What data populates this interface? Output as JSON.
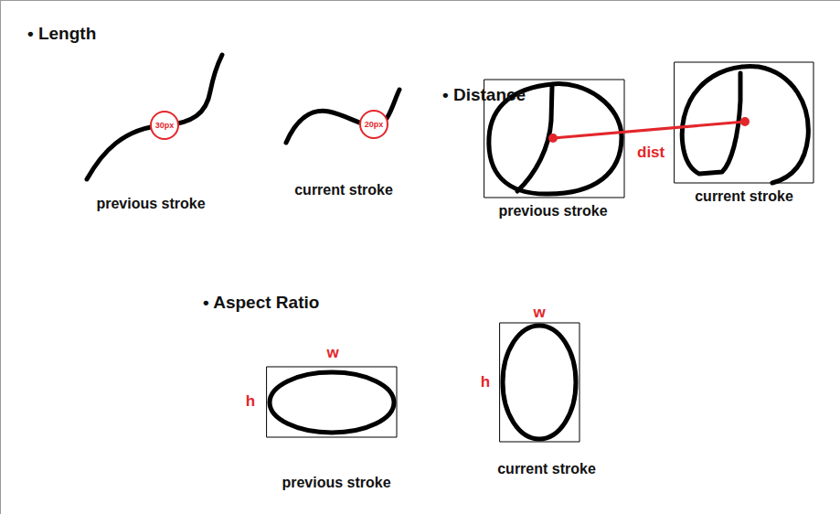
{
  "diagram": {
    "nodes": [
      {
        "text": [
          "30px"
        ]
      },
      {
        "text": [
          "20px"
        ]
      }
    ],
    "labels": [
      "• Length",
      "• Distance",
      "previous stroke",
      "current stroke",
      "previous stroke",
      "dist",
      "current stroke",
      "• Aspect Ratio",
      "w",
      "h",
      "previous stroke",
      "w",
      "h",
      "current stroke"
    ]
  }
}
